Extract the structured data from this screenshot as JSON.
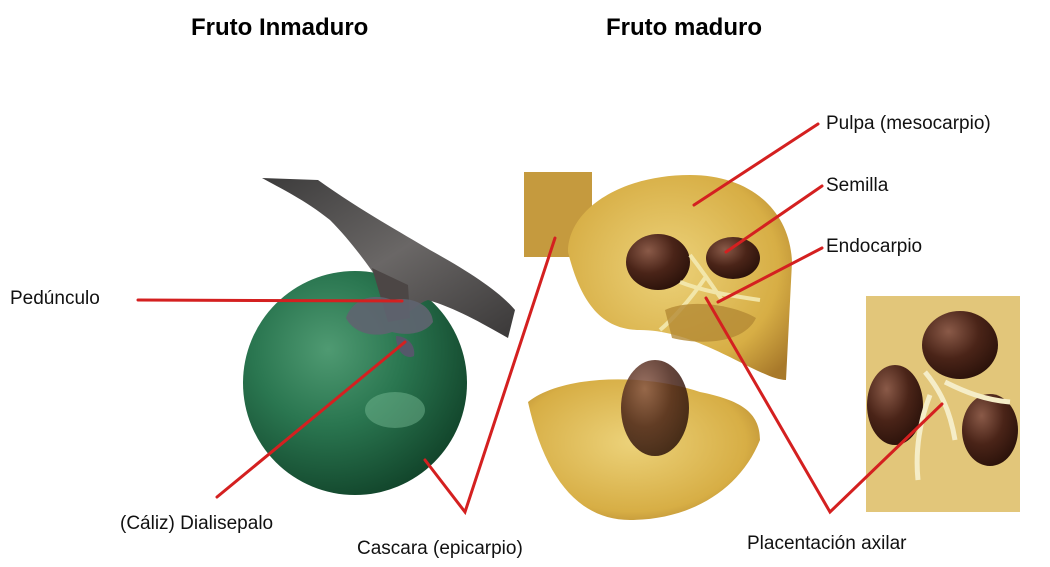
{
  "headings": {
    "immature": "Fruto Inmaduro",
    "mature": "Fruto maduro"
  },
  "labels": {
    "pedicel": "Pedúnculo",
    "calyx": "(Cáliz) Dialisepalo",
    "peel": "Cascara (epicarpio)",
    "pulp": "Pulpa (mesocarpio)",
    "seed": "Semilla",
    "endocarp": "Endocarpio",
    "placentation": "Placentación axilar"
  },
  "colors": {
    "leader_line": "#d42020",
    "green_fruit": "#1f6b45",
    "pulp": "#d9b24a",
    "seed": "#4a2418",
    "branch": "#4a4a4a"
  }
}
